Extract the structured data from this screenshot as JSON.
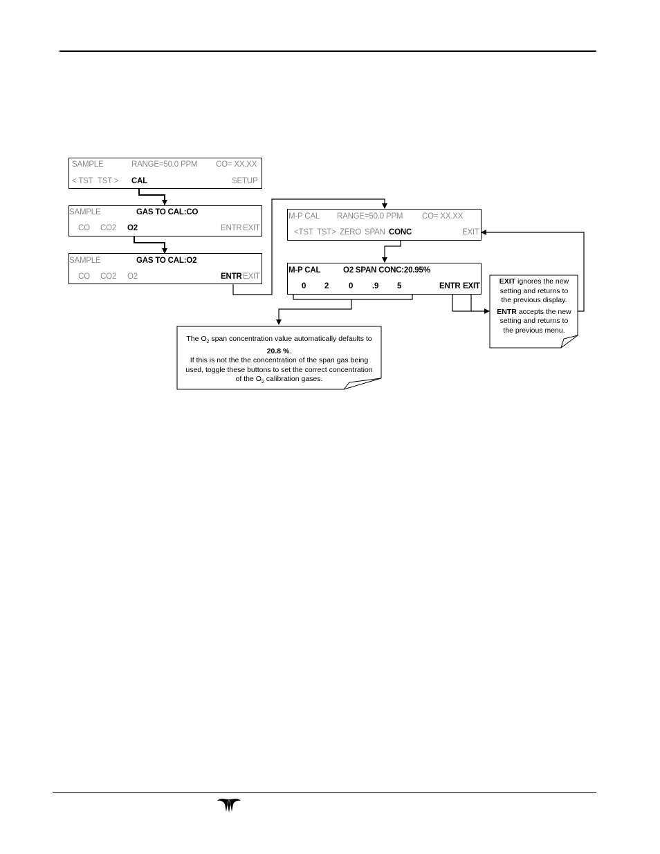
{
  "colors": {
    "dim_text": "#8a8a8a",
    "active_text": "#000000",
    "line": "#000000"
  },
  "screen1": {
    "status": "SAMPLE",
    "range": "RANGE=50.0 PPM",
    "reading": "CO= XX.XX",
    "keys": [
      "< TST",
      "TST >",
      "CAL",
      "SETUP"
    ]
  },
  "screen2": {
    "status": "SAMPLE",
    "title": "GAS TO CAL:CO",
    "keys": [
      "CO",
      "CO2",
      "O2",
      "ENTR",
      "EXIT"
    ]
  },
  "screen3": {
    "status": "SAMPLE",
    "title": "GAS TO CAL:O2",
    "keys": [
      "CO",
      "CO2",
      "O2",
      "ENTR",
      "EXIT"
    ]
  },
  "screen4": {
    "status": "M-P CAL",
    "range": "RANGE=50.0 PPM",
    "reading": "CO= XX.XX",
    "keys": [
      "<TST",
      "TST>",
      "ZERO",
      "SPAN",
      "CONC",
      "EXIT"
    ]
  },
  "screen5": {
    "status": "M-P CAL",
    "title": "O2 SPAN CONC:20.95%",
    "keys": [
      "0",
      "2",
      "0",
      ".9",
      "5",
      "ENTR",
      "EXIT"
    ]
  },
  "note_defaults": {
    "line1_pre": "The O",
    "sub": "2",
    "line1_post": " span concentration value automatically defaults to",
    "value": "20.8 %",
    "value_suffix": ".",
    "line3": "If this is not the the concentration of the span gas being",
    "line4": "used, toggle these buttons to set the correct concentration",
    "line5_pre": "of the O",
    "line5_post": " calibration gases."
  },
  "note_keys": {
    "exit_key": "EXIT",
    "exit_desc_1": " ignores the new",
    "exit_desc_2": "setting and returns to",
    "exit_desc_3": "the previous display.",
    "entr_key": "ENTR",
    "entr_desc_1": " accepts the new",
    "entr_desc_2": "setting and returns to",
    "entr_desc_3": "the previous menu."
  }
}
